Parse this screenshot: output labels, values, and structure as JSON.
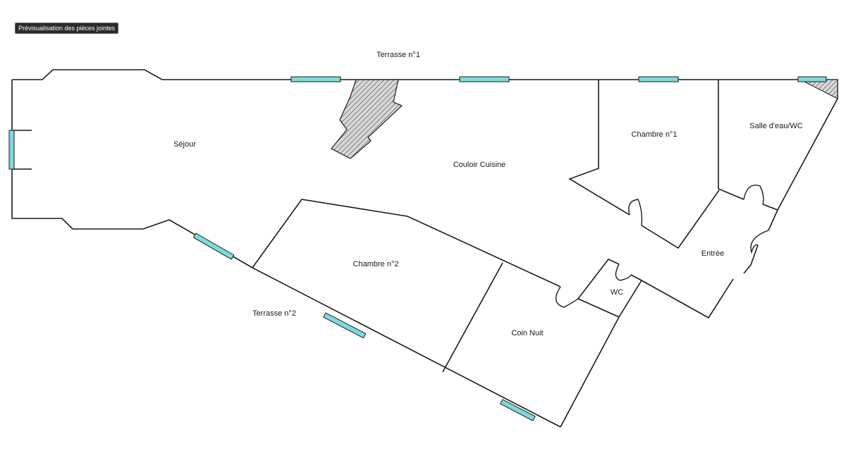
{
  "toolbar": {
    "preview_label": "Prévisualisation des pièces jointes"
  },
  "plan": {
    "rooms": {
      "terrasse_1": "Terrasse n°1",
      "sejour": "Séjour",
      "couloir_cuisine": "Couloir Cuisine",
      "chambre_1": "Chambre n°1",
      "salle_eau": "Salle d'eau/WC",
      "entree": "Entrée",
      "chambre_2": "Chambre n°2",
      "wc": "WC",
      "terrasse_2": "Terrasse n°2",
      "coin_nuit": "Coin Nuit"
    }
  },
  "colors": {
    "wall": "#1a1a1a",
    "window": "#7fd9dd",
    "hatch": "#8a8a8a",
    "badge_bg": "#2b2b2b"
  },
  "icons": [
    "chimney-hatch",
    "window-marker",
    "door-swing"
  ]
}
